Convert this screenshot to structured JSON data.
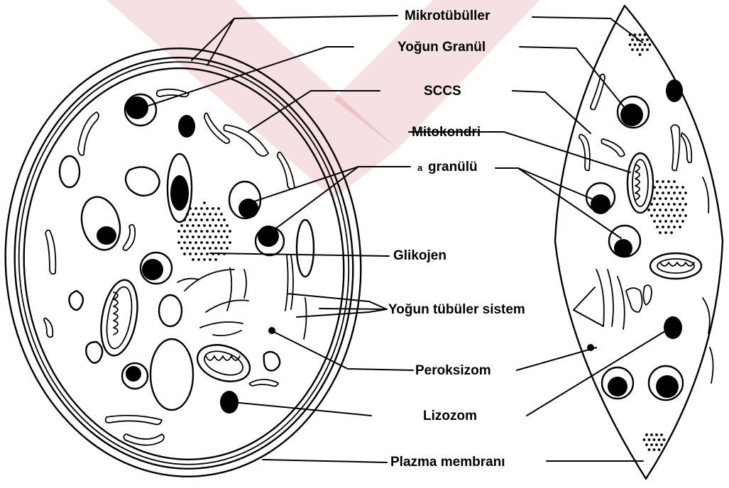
{
  "watermark": {
    "color": "#c0000f",
    "opacity": 0.12
  },
  "labels": {
    "mikrotubuller": "Mikrotübüller",
    "yogun_granul": "Yoğun Granül",
    "sccs": "SCCS",
    "mitokondri": "Mitokondri",
    "a_prefix": "a",
    "granulu": "granülü",
    "glikojen": "Glikojen",
    "yogun_tubuler_sistem": "Yoğun tübüler sistem",
    "peroksizom": "Peroksizom",
    "lizozom": "Lizozom",
    "plazma_membrani": "Plazma membranı"
  }
}
